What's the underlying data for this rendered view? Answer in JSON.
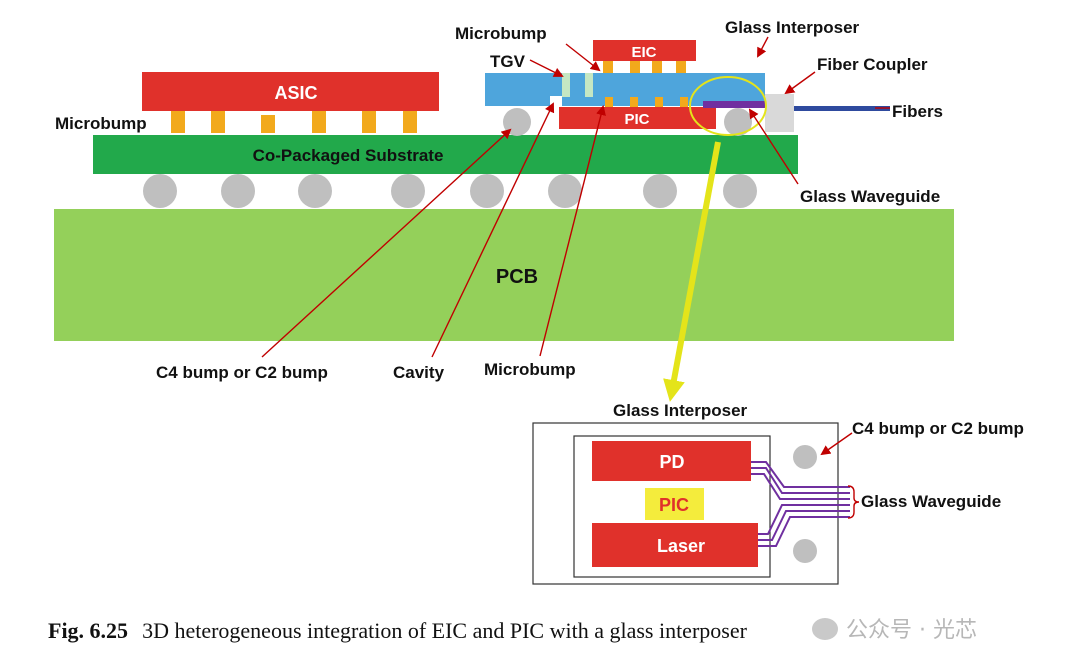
{
  "blocks": {
    "asic": "ASIC",
    "eic": "EIC",
    "pic_top": "PIC",
    "substrate": "Co-Packaged Substrate",
    "pcb": "PCB",
    "pd": "PD",
    "pic_detail": "PIC",
    "laser": "Laser"
  },
  "labels": {
    "microbump_left": "Microbump",
    "microbump_top": "Microbump",
    "tgv": "TGV",
    "glass_interposer_top": "Glass Interposer",
    "fiber_coupler": "Fiber Coupler",
    "fibers": "Fibers",
    "glass_waveguide_top": "Glass Waveguide",
    "c4_bump_bottom": "C4 bump or C2 bump",
    "cavity": "Cavity",
    "microbump_bottom": "Microbump",
    "glass_interposer_detail": "Glass Interposer",
    "c4_bump_detail": "C4 bump or C2 bump",
    "glass_waveguide_detail": "Glass Waveguide"
  },
  "caption": {
    "fig_number": "Fig. 6.25",
    "text": "3D heterogeneous integration of EIC and PIC with a glass interposer"
  },
  "watermark": "公众号 · 光芯",
  "colors": {
    "red_block": "#e0312b",
    "substrate_green": "#22a94b",
    "pcb_green": "#94d05a",
    "glass_blue": "#4ea5dc",
    "bump_gray": "#bfbfbf",
    "microbump_orange": "#f2a91c",
    "tgv_green": "#c5e7c3",
    "waveguide_purple": "#7030a0",
    "callout_line": "#c00000",
    "highlight_yellow": "#e4e41a",
    "pic_yellow": "#f4ec3c"
  }
}
